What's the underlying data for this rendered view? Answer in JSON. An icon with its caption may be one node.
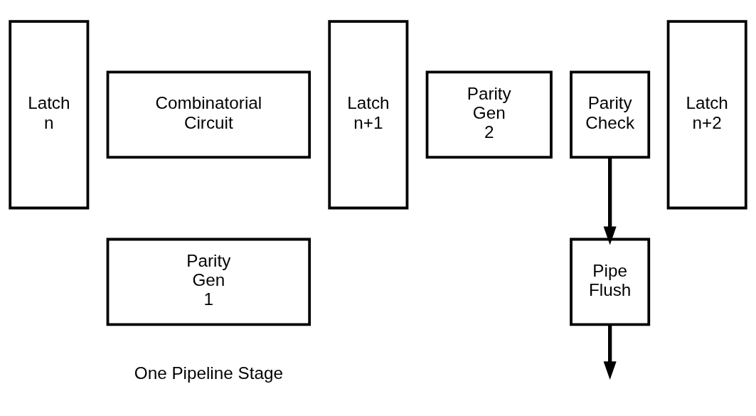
{
  "diagram": {
    "nodes": [
      {
        "text": [
          "Latch n"
        ]
      },
      {
        "text": [
          "Combinatorial Circuit"
        ]
      },
      {
        "text": [
          "Parity Gen 1"
        ]
      },
      {
        "text": [
          "Latch n+1"
        ]
      },
      {
        "text": [
          "Parity Gen 2"
        ]
      },
      {
        "text": [
          "Parity Check"
        ]
      },
      {
        "text": [
          "Latch n+2"
        ]
      },
      {
        "text": [
          "Pipe Flush"
        ]
      }
    ],
    "edges": [
      {
        "from": 5,
        "to": 7,
        "arrow": "to"
      },
      {
        "from": 7,
        "to": null,
        "arrow": "to"
      }
    ],
    "labels": [
      "One Pipeline Stage"
    ]
  }
}
